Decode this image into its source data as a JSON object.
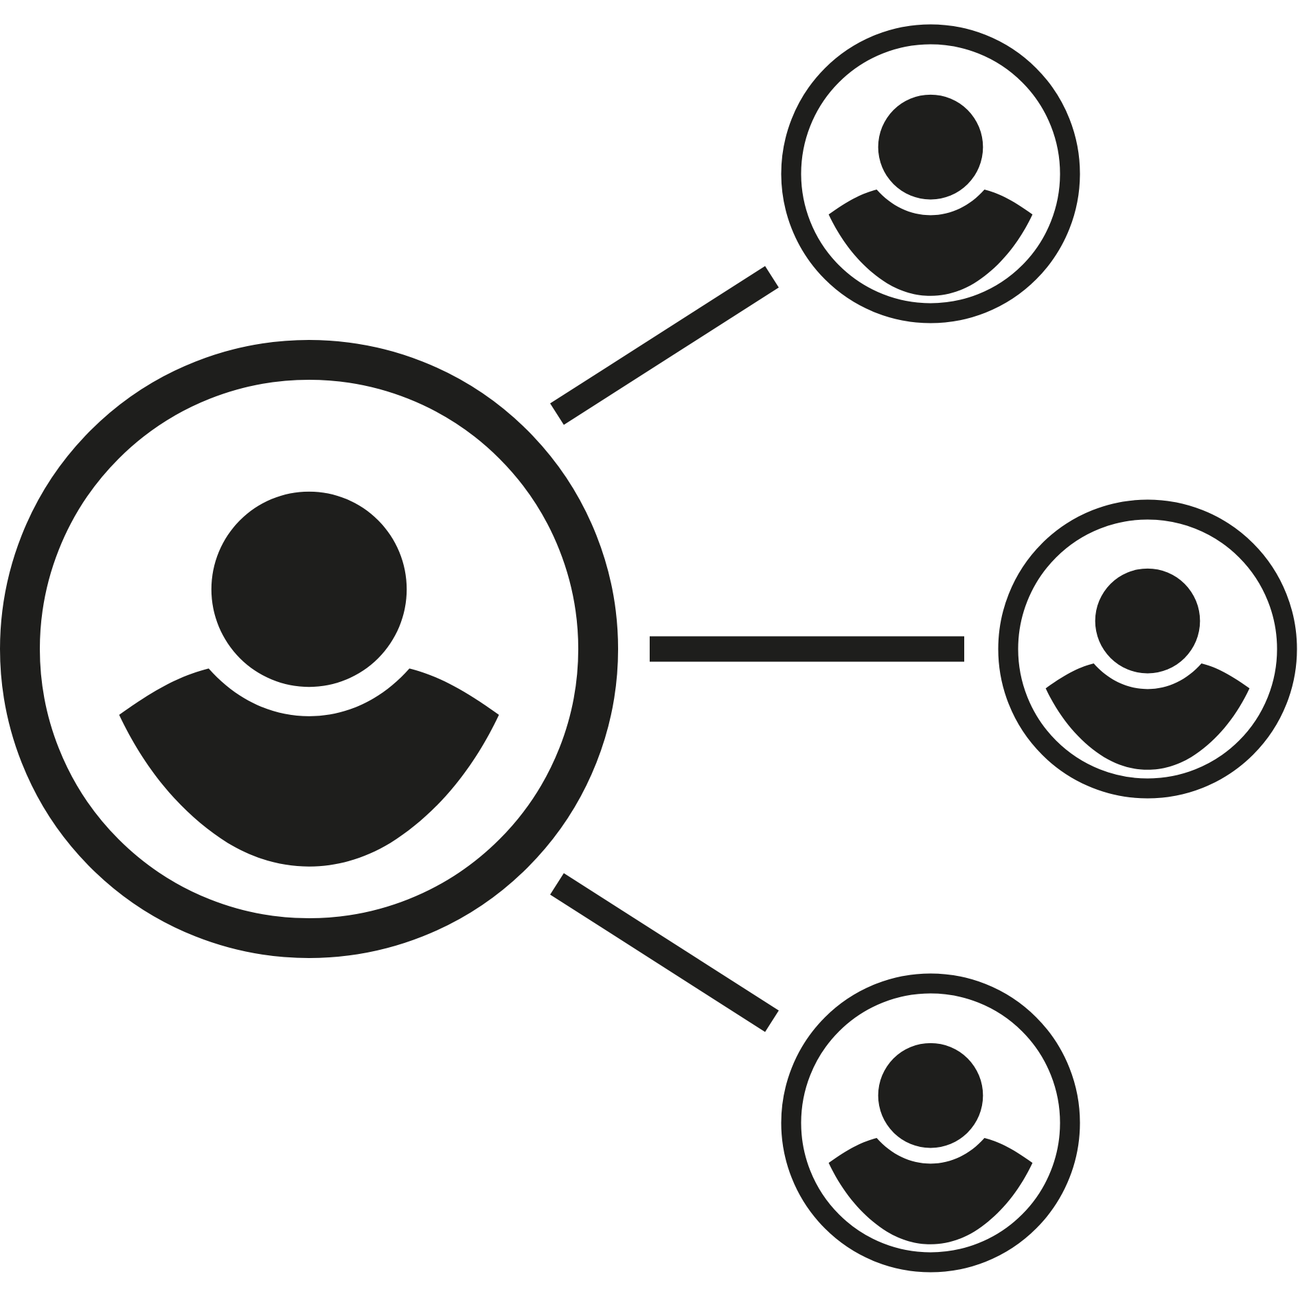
{
  "diagram": {
    "type": "network-icon",
    "colors": {
      "ink": "#1e1e1c",
      "background": "#ffffff"
    },
    "nodes": [
      {
        "id": "central-user",
        "icon": "user-icon",
        "role": "hub"
      },
      {
        "id": "top-right-user",
        "icon": "user-icon",
        "role": "leaf"
      },
      {
        "id": "middle-right-user",
        "icon": "user-icon",
        "role": "leaf"
      },
      {
        "id": "bottom-right-user",
        "icon": "user-icon",
        "role": "leaf"
      }
    ],
    "edges": [
      {
        "from": "central-user",
        "to": "top-right-user"
      },
      {
        "from": "central-user",
        "to": "middle-right-user"
      },
      {
        "from": "central-user",
        "to": "bottom-right-user"
      }
    ]
  }
}
